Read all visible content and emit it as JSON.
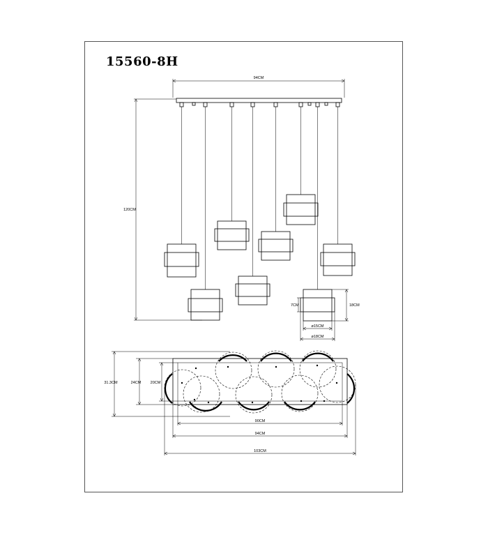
{
  "drawing": {
    "model_number": "15560-8H",
    "front_view": {
      "canopy_width_label": "94CM",
      "height_label": "120CM",
      "shade_height_label": "18CM",
      "band_height_label": "7CM",
      "inner_diameter_label": "ø15CM",
      "outer_diameter_label": "ø18CM"
    },
    "top_view": {
      "depth_outer_label": "31.3CM",
      "depth_canopy_label": "24CM",
      "depth_inner_label": "20CM",
      "width_inner_label": "90CM",
      "width_canopy_label": "94CM",
      "width_overall_label": "103CM"
    }
  }
}
